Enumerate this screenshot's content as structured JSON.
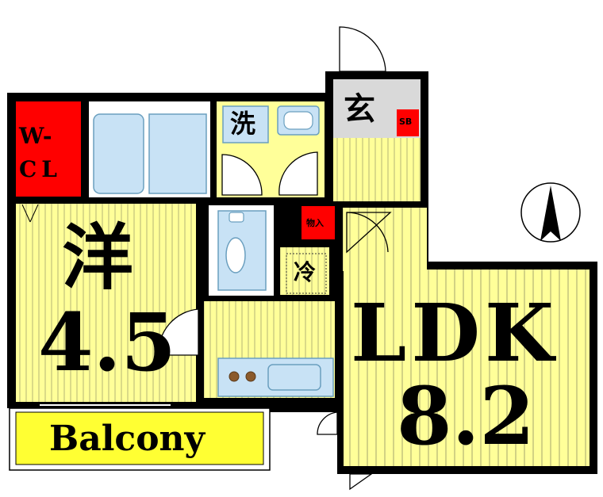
{
  "rooms": {
    "western": {
      "label": "洋",
      "size": "4.5"
    },
    "ldk": {
      "label": "LDK",
      "size": "8.2"
    },
    "wcl": {
      "line1": "W-",
      "line2": "CL"
    },
    "entrance": {
      "label": "玄"
    },
    "shoe_box": {
      "label": "SB"
    },
    "washer": {
      "label": "洗"
    },
    "storage": {
      "label": "物入"
    },
    "fridge": {
      "label": "冷"
    },
    "balcony": {
      "label": "Balcony"
    }
  },
  "colors": {
    "wall": "#000000",
    "floor_yellow": "#ffff99",
    "floor_stripe": "#b5b577",
    "closet_red": "#ff0000",
    "fixture_blue": "#c8e2f5",
    "fixture_outline": "#6a9fbf",
    "entry_gray": "#d9d9d9",
    "balcony_yellow": "#ffff33"
  },
  "icons": [
    "compass-north-icon",
    "bathtub-icon",
    "toilet-icon",
    "sink-icon",
    "kitchen-stove-icon",
    "door-swing-icon"
  ]
}
